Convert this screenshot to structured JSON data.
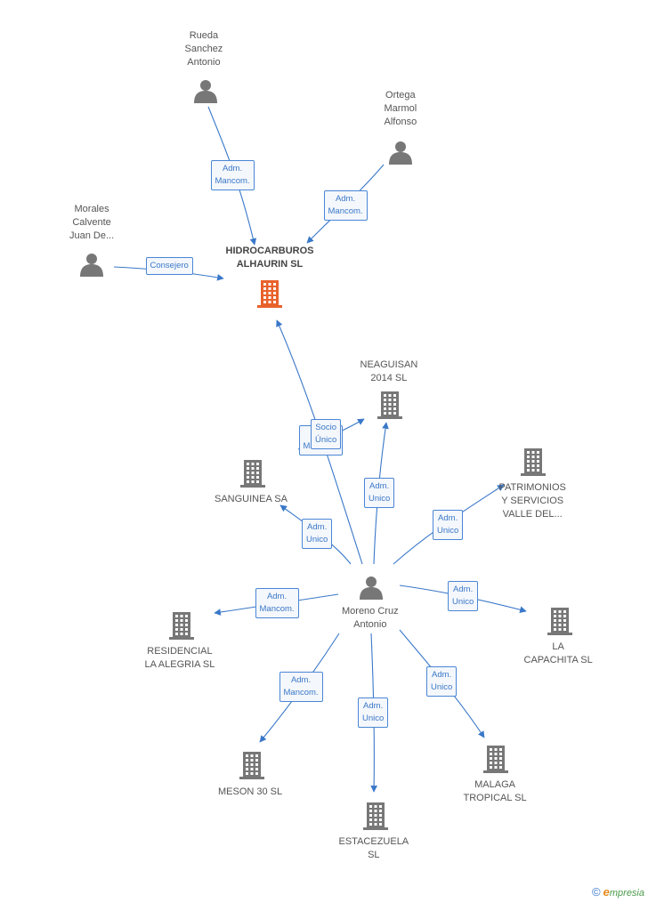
{
  "colors": {
    "edge": "#3a78c9",
    "person": "#777777",
    "company": "#777777",
    "focus_company": "#e8622c",
    "edge_label_bg": "#f4f7fb"
  },
  "nodes": [
    {
      "id": "hidrocarburos",
      "lines": [
        "HIDROCARBUROS",
        "ALHAURIN SL"
      ],
      "kind": "company",
      "focus": true,
      "icon": "building-icon"
    },
    {
      "id": "rueda",
      "lines": [
        "Rueda",
        "Sanchez",
        "Antonio"
      ],
      "kind": "person",
      "icon": "person-icon"
    },
    {
      "id": "ortega",
      "lines": [
        "Ortega",
        "Marmol",
        "Alfonso"
      ],
      "kind": "person",
      "icon": "person-icon"
    },
    {
      "id": "morales",
      "lines": [
        "Morales",
        "Calvente",
        "Juan De..."
      ],
      "kind": "person",
      "icon": "person-icon"
    },
    {
      "id": "moreno",
      "lines": [
        "Moreno Cruz",
        "Antonio"
      ],
      "kind": "person",
      "icon": "person-icon"
    },
    {
      "id": "neaguisan",
      "lines": [
        "NEAGUISAN",
        "2014  SL"
      ],
      "kind": "company",
      "icon": "building-icon"
    },
    {
      "id": "sanguinea",
      "lines": [
        "SANGUINEA SA"
      ],
      "kind": "company",
      "icon": "building-icon"
    },
    {
      "id": "patrimonios",
      "lines": [
        "PATRIMONIOS",
        "Y SERVICIOS",
        "VALLE DEL..."
      ],
      "kind": "company",
      "icon": "building-icon"
    },
    {
      "id": "residencial",
      "lines": [
        "RESIDENCIAL",
        "LA ALEGRIA SL"
      ],
      "kind": "company",
      "icon": "building-icon"
    },
    {
      "id": "capachita",
      "lines": [
        "LA",
        "CAPACHITA SL"
      ],
      "kind": "company",
      "icon": "building-icon"
    },
    {
      "id": "meson",
      "lines": [
        "MESON 30 SL"
      ],
      "kind": "company",
      "icon": "building-icon"
    },
    {
      "id": "malaga",
      "lines": [
        "MALAGA",
        "TROPICAL SL"
      ],
      "kind": "company",
      "icon": "building-icon"
    },
    {
      "id": "estacezuela",
      "lines": [
        "ESTACEZUELA",
        "SL"
      ],
      "kind": "company",
      "icon": "building-icon"
    }
  ],
  "edges": [
    {
      "from": "rueda",
      "to": "hidrocarburos",
      "lines": [
        "Adm.",
        "Mancom."
      ]
    },
    {
      "from": "ortega",
      "to": "hidrocarburos",
      "lines": [
        "Adm.",
        "Mancom."
      ]
    },
    {
      "from": "morales",
      "to": "hidrocarburos",
      "lines": [
        "Consejero"
      ]
    },
    {
      "from": "moreno",
      "to": "hidrocarburos",
      "lines": [
        "Adm.",
        "Mancom."
      ]
    },
    {
      "from": "moreno",
      "to": "neaguisan",
      "lines": [
        "Socio",
        "Único"
      ]
    },
    {
      "from": "moreno",
      "to": "neaguisan",
      "lines": [
        "Adm.",
        "Unico"
      ]
    },
    {
      "from": "moreno",
      "to": "sanguinea",
      "lines": [
        "Adm.",
        "Unico"
      ]
    },
    {
      "from": "moreno",
      "to": "patrimonios",
      "lines": [
        "Adm.",
        "Unico"
      ]
    },
    {
      "from": "moreno",
      "to": "residencial",
      "lines": [
        "Adm.",
        "Mancom."
      ]
    },
    {
      "from": "moreno",
      "to": "capachita",
      "lines": [
        "Adm.",
        "Unico"
      ]
    },
    {
      "from": "moreno",
      "to": "meson",
      "lines": [
        "Adm.",
        "Mancom."
      ]
    },
    {
      "from": "moreno",
      "to": "malaga",
      "lines": [
        "Adm.",
        "Unico"
      ]
    },
    {
      "from": "moreno",
      "to": "estacezuela",
      "lines": [
        "Adm.",
        "Unico"
      ]
    }
  ],
  "watermark": {
    "copyright": "©",
    "brand_initial": "e",
    "brand_rest": "mpresia"
  }
}
